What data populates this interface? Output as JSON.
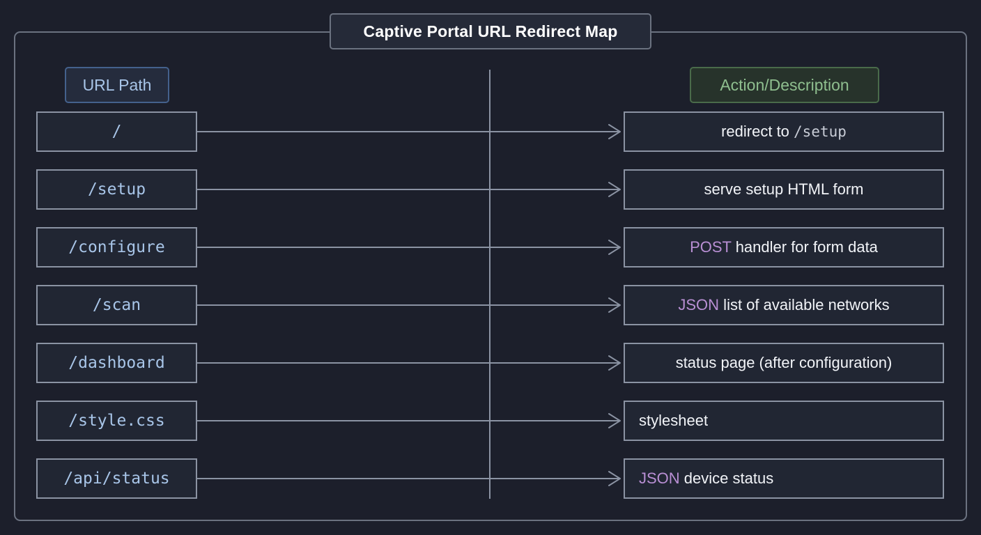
{
  "diagram": {
    "title": "Captive Portal URL Redirect Map",
    "headers": {
      "left": "URL Path",
      "right": "Action/Description"
    },
    "colors": {
      "page_background": "#1c1f2b",
      "box_background": "#212633",
      "box_border": "#8b93a3",
      "frame_border": "#6b7280",
      "title_text": "#ffffff",
      "left_header_text": "#a8c5e8",
      "left_header_border": "#44618c",
      "right_header_text": "#8fbf8f",
      "right_header_border": "#4a6b4a",
      "path_text": "#a8c5e8",
      "desc_text": "#f2f4f8",
      "keyword_purple": "#b98fd4",
      "mono_gray": "#c8ccd6",
      "arrow": "#8b93a3"
    },
    "rows": [
      {
        "path": "/",
        "description": "redirect to /setup",
        "desc_parts": [
          {
            "text": "redirect to ",
            "style": "plain"
          },
          {
            "text": "/setup",
            "style": "mono"
          }
        ],
        "align": "center"
      },
      {
        "path": "/setup",
        "description": "serve setup HTML form",
        "desc_parts": [
          {
            "text": "serve setup HTML form",
            "style": "plain"
          }
        ],
        "align": "center"
      },
      {
        "path": "/configure",
        "description": "POST handler for form data",
        "desc_parts": [
          {
            "text": "POST",
            "style": "keyword"
          },
          {
            "text": " handler for form data",
            "style": "plain"
          }
        ],
        "align": "center"
      },
      {
        "path": "/scan",
        "description": "JSON list of available networks",
        "desc_parts": [
          {
            "text": "JSON",
            "style": "keyword"
          },
          {
            "text": " list of available networks",
            "style": "plain"
          }
        ],
        "align": "center"
      },
      {
        "path": "/dashboard",
        "description": "status page (after configuration)",
        "desc_parts": [
          {
            "text": "status page (after configuration)",
            "style": "plain"
          }
        ],
        "align": "center"
      },
      {
        "path": "/style.css",
        "description": "stylesheet",
        "desc_parts": [
          {
            "text": "stylesheet",
            "style": "plain"
          }
        ],
        "align": "left"
      },
      {
        "path": "/api/status",
        "description": "JSON device status",
        "desc_parts": [
          {
            "text": "JSON",
            "style": "keyword"
          },
          {
            "text": " device status",
            "style": "plain"
          }
        ],
        "align": "left"
      }
    ]
  }
}
